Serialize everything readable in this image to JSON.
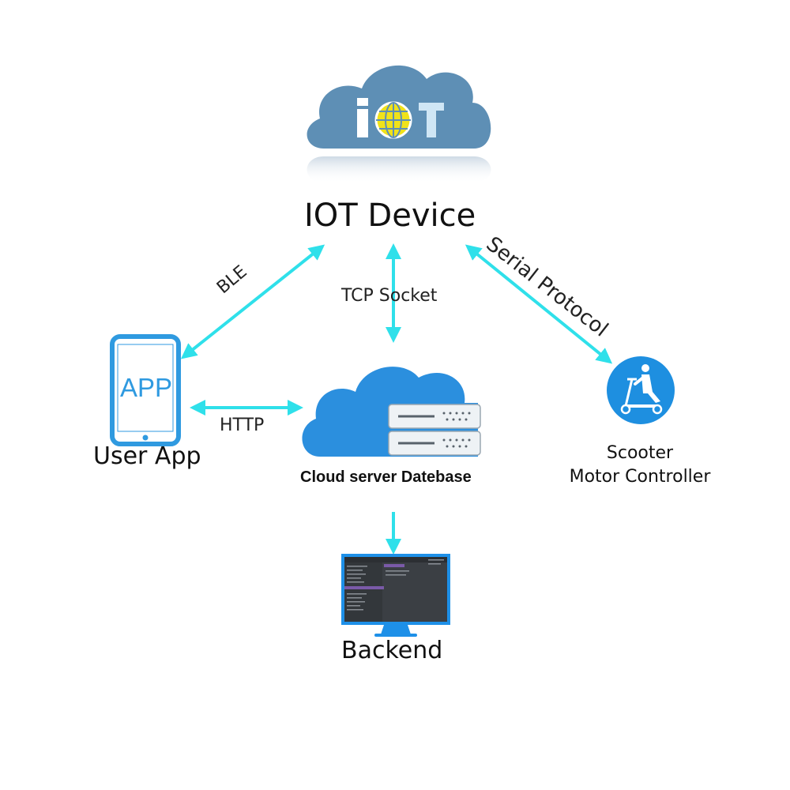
{
  "nodes": {
    "iot_device": {
      "label": "IOT Device",
      "logo_text": "IOT"
    },
    "user_app": {
      "label": "User App",
      "screen_text": "APP"
    },
    "cloud_server": {
      "label": "Cloud server Datebase"
    },
    "scooter": {
      "line1": "Scooter",
      "line2": "Motor Controller"
    },
    "backend": {
      "label": "Backend"
    }
  },
  "edges": {
    "ble": "BLE",
    "tcp": "TCP Socket",
    "serial": "Serial Protocol",
    "http": "HTTP"
  },
  "colors": {
    "arrow": "#2fe0ea",
    "iot_cloud": "#5e8fb5",
    "server_cloud": "#2b8fde",
    "app_blue": "#2f9ae0",
    "scooter_blue": "#1e8fe0",
    "monitor_blue": "#1e90e8"
  }
}
